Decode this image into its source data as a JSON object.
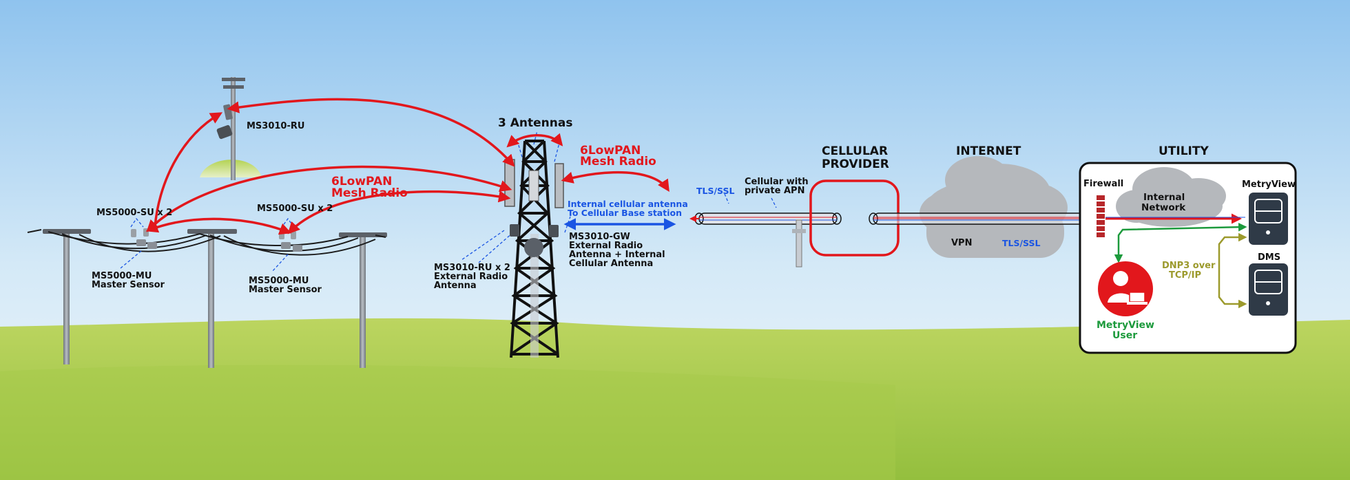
{
  "labels": {
    "ms3010_ru": "MS3010-RU",
    "three_antennas": "3 Antennas",
    "mesh_radio_right_1": "6LowPAN",
    "mesh_radio_right_2": "Mesh Radio",
    "mesh_radio_left_1": "6LowPAN",
    "mesh_radio_left_2": "Mesh Radio",
    "ms5000_su_left": "MS5000-SU x 2",
    "ms5000_su_right": "MS5000-SU x 2",
    "ms5000_mu_left_1": "MS5000-MU",
    "ms5000_mu_left_2": "Master Sensor",
    "ms5000_mu_right_1": "MS5000-MU",
    "ms5000_mu_right_2": "Master Sensor",
    "ms3010_ru_x2_1": "MS3010-RU x 2",
    "ms3010_ru_x2_2": "External Radio",
    "ms3010_ru_x2_3": "Antenna",
    "internal_cellular_1": "Internal cellular antenna",
    "internal_cellular_2": "To Cellular Base station",
    "ms3010_gw_1": "MS3010-GW",
    "ms3010_gw_2": "External Radio",
    "ms3010_gw_3": "Antenna + Internal",
    "ms3010_gw_4": "Cellular Antenna",
    "tls_ssl_left": "TLS/SSL",
    "cellular_apn_1": "Cellular with",
    "cellular_apn_2": "private APN",
    "cellular_provider_1": "CELLULAR",
    "cellular_provider_2": "PROVIDER",
    "internet": "INTERNET",
    "vpn": "VPN",
    "tls_ssl_right": "TLS/SSL",
    "utility": "UTILITY",
    "firewall": "Firewall",
    "internal_network_1": "Internal",
    "internal_network_2": "Network",
    "metryview": "MetryView",
    "dms": "DMS",
    "dnp3_1": "DNP3 over",
    "dnp3_2": "TCP/IP",
    "metryview_user_1": "MetryView",
    "metryview_user_2": "User"
  },
  "colors": {
    "sky_top": "#9cc8ef",
    "sky_bottom": "#eaf4fb",
    "grass_light": "#b8d35a",
    "grass_dark": "#8fbb3c",
    "mesh_red": "#e2171c",
    "cellular_blue": "#1a55e3",
    "cloud_gray": "#b3b6ba",
    "server_dark": "#2f3a47",
    "user_green": "#1c9a3c",
    "dnp3_olive": "#9c9a2c"
  },
  "icons": [
    "utility-pole",
    "lattice-tower",
    "sensor-device",
    "cloud",
    "server",
    "user-avatar",
    "firewall-brick",
    "laptop"
  ]
}
